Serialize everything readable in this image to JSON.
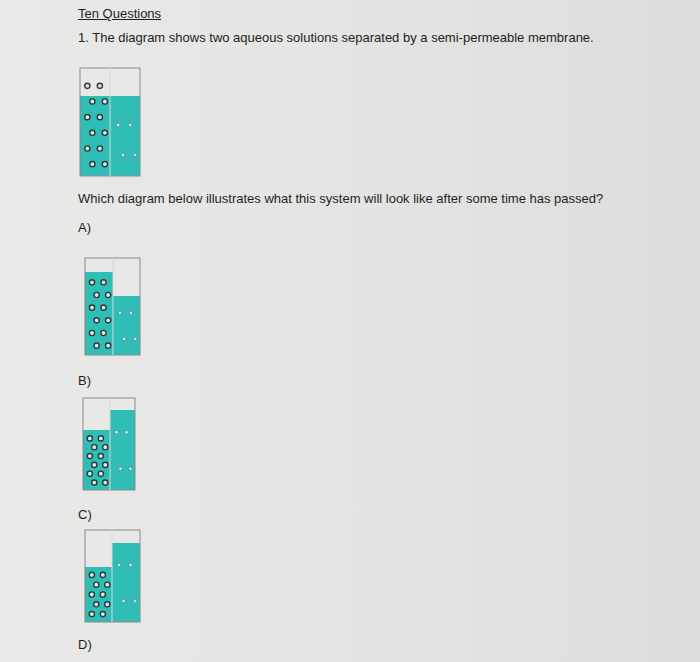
{
  "diagram": {
    "title": "Ten Questions",
    "labels": [
      "1. The diagram shows two aqueous solutions separated by a semi-permeable membrane.",
      "Which diagram below illustrates what this system will look like after some time has passed?",
      "A)",
      "B)",
      "C)",
      "D)"
    ]
  }
}
